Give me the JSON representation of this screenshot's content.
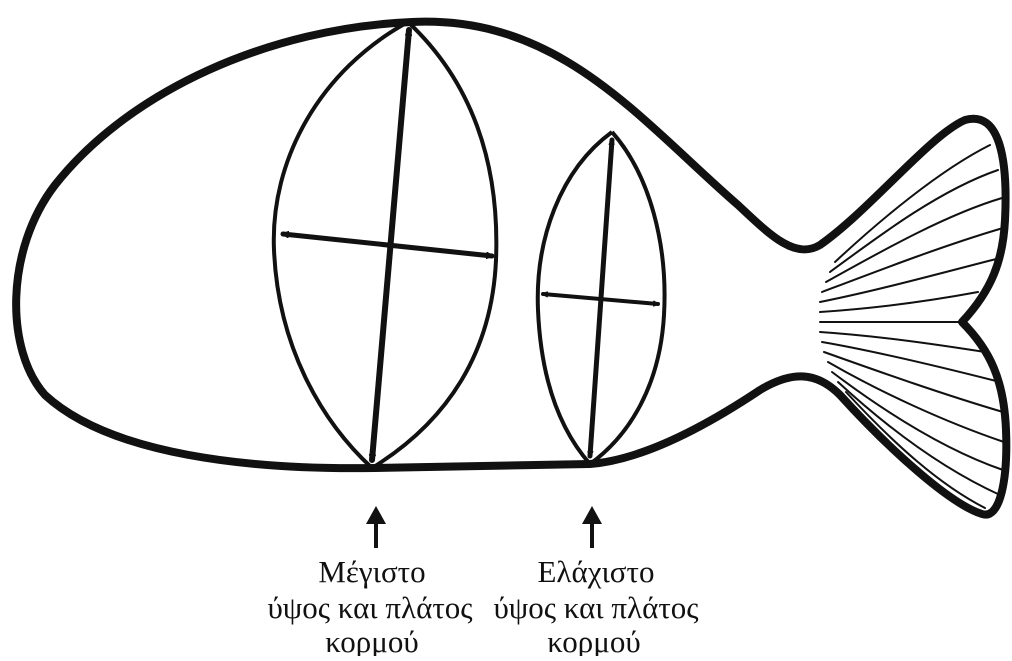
{
  "diagram": {
    "colors": {
      "ink": "#111111",
      "background": "#ffffff"
    },
    "labels": {
      "max_section": {
        "line1": "Μέγιστο",
        "line2": "ύψος και πλάτος",
        "line3": "κορμού"
      },
      "min_section": {
        "line1": "Ελάχιστο",
        "line2": "ύψος και πλάτος",
        "line3": "κορμού"
      }
    }
  }
}
